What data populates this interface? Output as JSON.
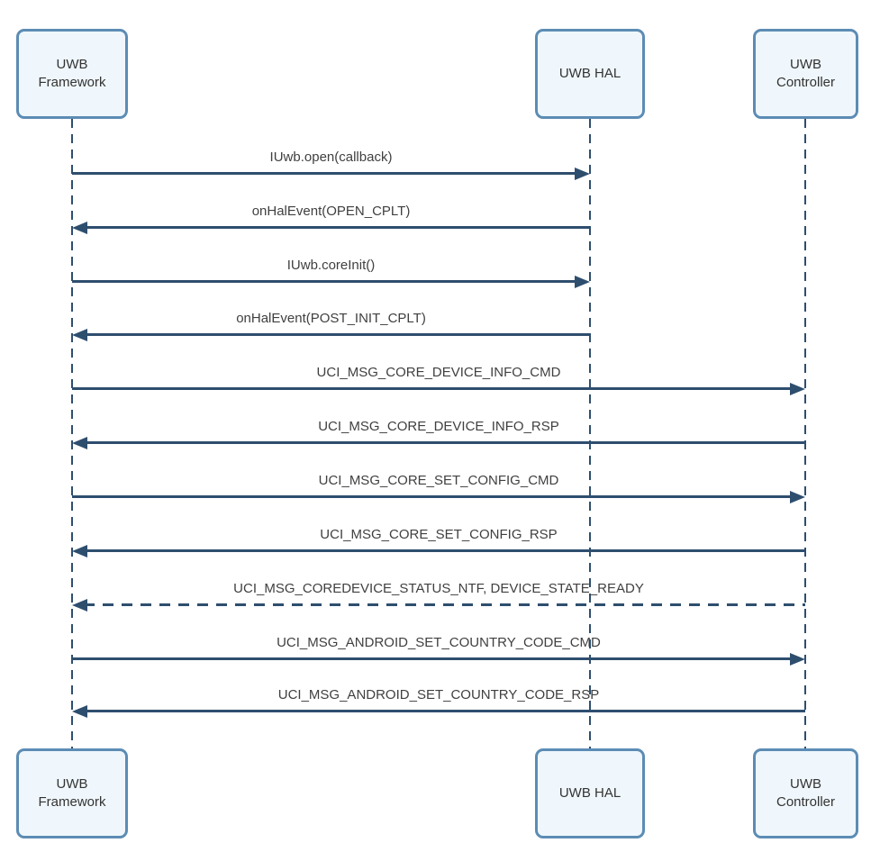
{
  "diagram": {
    "type": "sequence-diagram",
    "colors": {
      "arrow_line": "#2e4e6e",
      "lifeline": "#2e4e6e",
      "actor_fill": "#eff7fc",
      "actor_border": "#5c8cb4",
      "label_text": "#404040",
      "actor_text": "#333333",
      "background": "#ffffff"
    },
    "actors": [
      {
        "id": "uwb-framework",
        "label": "UWB\nFramework"
      },
      {
        "id": "uwb-hal",
        "label": "UWB HAL"
      },
      {
        "id": "uwb-controller",
        "label": "UWB\nController"
      }
    ],
    "messages": [
      {
        "label": "IUwb.open(callback)",
        "from": "UWB Framework",
        "to": "UWB HAL",
        "direction": "right",
        "line": "solid"
      },
      {
        "label": "onHalEvent(OPEN_CPLT)",
        "from": "UWB HAL",
        "to": "UWB Framework",
        "direction": "left",
        "line": "solid"
      },
      {
        "label": "IUwb.coreInit()",
        "from": "UWB Framework",
        "to": "UWB HAL",
        "direction": "right",
        "line": "solid"
      },
      {
        "label": "onHalEvent(POST_INIT_CPLT)",
        "from": "UWB HAL",
        "to": "UWB Framework",
        "direction": "left",
        "line": "solid"
      },
      {
        "label": "UCI_MSG_CORE_DEVICE_INFO_CMD",
        "from": "UWB Framework",
        "to": "UWB Controller",
        "direction": "right",
        "line": "solid"
      },
      {
        "label": "UCI_MSG_CORE_DEVICE_INFO_RSP",
        "from": "UWB Controller",
        "to": "UWB Framework",
        "direction": "left",
        "line": "solid"
      },
      {
        "label": "UCI_MSG_CORE_SET_CONFIG_CMD",
        "from": "UWB Framework",
        "to": "UWB Controller",
        "direction": "right",
        "line": "solid"
      },
      {
        "label": "UCI_MSG_CORE_SET_CONFIG_RSP",
        "from": "UWB Controller",
        "to": "UWB Framework",
        "direction": "left",
        "line": "solid"
      },
      {
        "label": "UCI_MSG_COREDEVICE_STATUS_NTF, DEVICE_STATE_READY",
        "from": "UWB Controller",
        "to": "UWB Framework",
        "direction": "left",
        "line": "dashed"
      },
      {
        "label": "UCI_MSG_ANDROID_SET_COUNTRY_CODE_CMD",
        "from": "UWB Framework",
        "to": "UWB Controller",
        "direction": "right",
        "line": "solid"
      },
      {
        "label": "UCI_MSG_ANDROID_SET_COUNTRY_CODE_RSP",
        "from": "UWB Controller",
        "to": "UWB Framework",
        "direction": "left",
        "line": "solid"
      }
    ]
  }
}
